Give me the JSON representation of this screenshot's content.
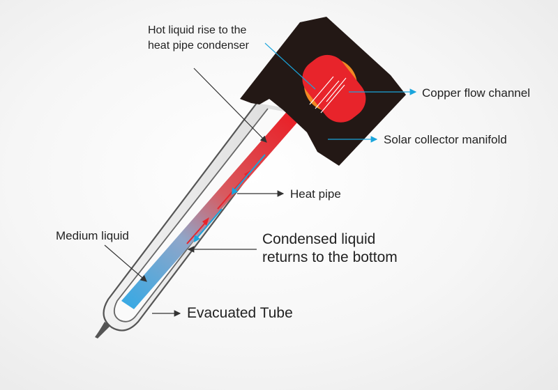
{
  "labels": {
    "hot_liquid_line1": "Hot liquid rise to the",
    "hot_liquid_line2": "heat pipe condenser",
    "copper_flow_channel": "Copper flow channel",
    "solar_collector_manifold": "Solar collector manifold",
    "heat_pipe": "Heat pipe",
    "medium_liquid": "Medium liquid",
    "condensed_line1": "Condensed liquid",
    "condensed_line2": "returns to the bottom",
    "evacuated_tube": "Evacuated Tube"
  },
  "colors": {
    "manifold": "#231815",
    "copper": "#f08a24",
    "hot": "#e8242b",
    "cold": "#4ab1e4",
    "leader_line": "#333333",
    "cyan_leader": "#1aa5dc"
  }
}
